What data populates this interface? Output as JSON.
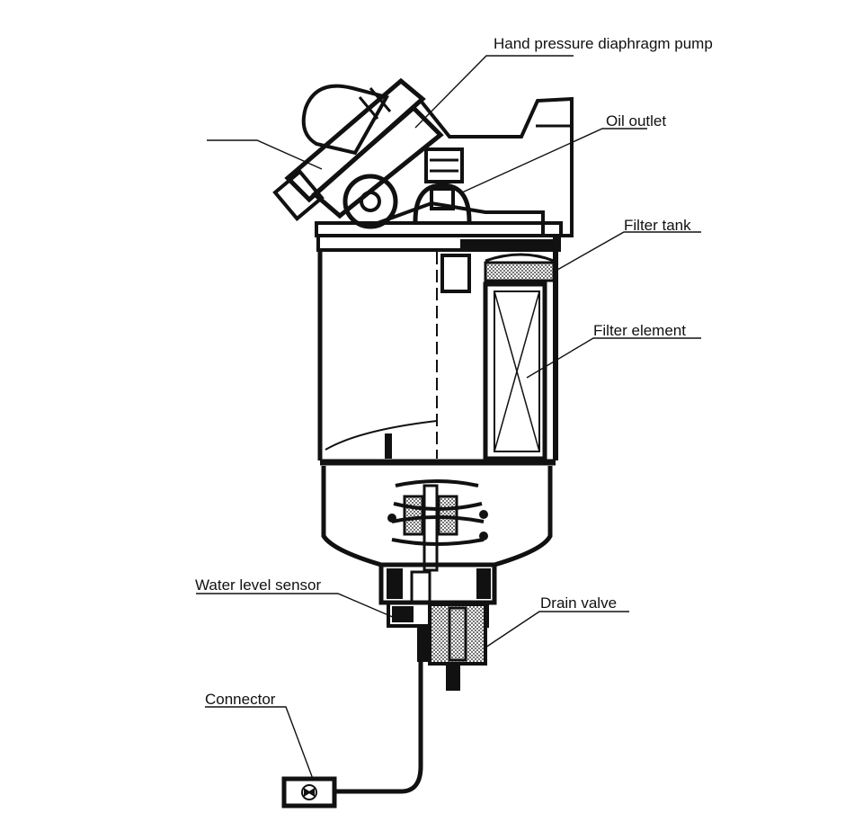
{
  "diagram": {
    "labels": {
      "pump": "Hand pressure diaphragm pump",
      "oil_outlet": "Oil outlet",
      "filter_tank": "Filter tank",
      "filter_element": "Filter element",
      "water_level_sensor": "Water level sensor",
      "drain_valve": "Drain valve",
      "connector": "Connector"
    },
    "colors": {
      "ink": "#111111",
      "background": "#ffffff"
    }
  }
}
